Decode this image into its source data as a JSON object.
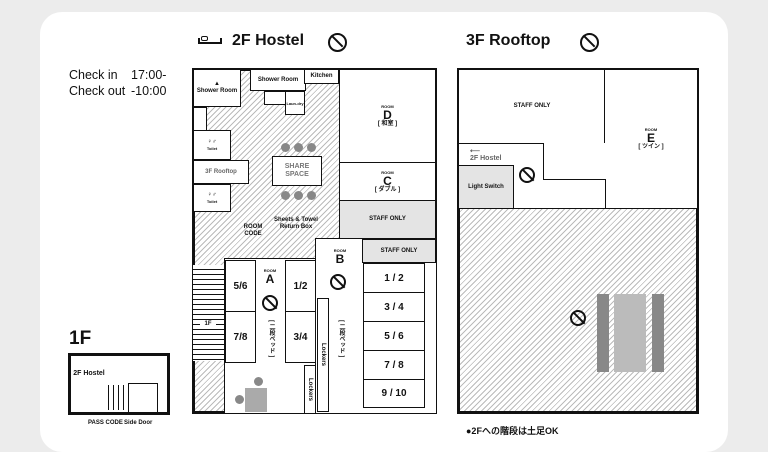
{
  "checkin": {
    "in_label": "Check in",
    "in_time": "17:00-",
    "out_label": "Check out",
    "out_time": "-10:00"
  },
  "floor2": {
    "title": "2F Hostel",
    "icons": [
      "bed-icon",
      "no-smoking-icon"
    ],
    "shower1": "Shower Room",
    "shower2": "Shower Room",
    "kitchen": "Kitchen",
    "laundry": "Laun-dry",
    "toilet1": "Toilet",
    "toilet2": "Toilet",
    "rooftop_stairs": "3F Rooftop",
    "share_space": "SHARE SPACE",
    "room_code": "ROOM CODE",
    "return_box": "Sheets & Towel Return Box",
    "room_word": "ROOM",
    "room_d": {
      "letter": "D",
      "type": "[ 和室 ]"
    },
    "room_c": {
      "letter": "C",
      "type": "[ ダブル ]"
    },
    "staff1": "STAFF ONLY",
    "staff2": "STAFF ONLY",
    "room_a": {
      "letter": "A",
      "type": "[ 二段ベッド ]",
      "bunks": [
        "5/6",
        "7/8",
        "1/2",
        "3/4"
      ]
    },
    "room_b": {
      "letter": "B",
      "type": "[ 二段ベッド ]",
      "bunks": [
        "1 / 2",
        "3 / 4",
        "5 / 6",
        "7 / 8",
        "9 / 10"
      ]
    },
    "lockers": "Lockers",
    "stairs_down": "1F"
  },
  "floor3": {
    "title": "3F Rooftop",
    "staff": "STAFF ONLY",
    "room_word": "ROOM",
    "room_e": {
      "letter": "E",
      "type": "[ ツイン ]"
    },
    "to_2f": "2F Hostel",
    "light_switch": "Light Switch"
  },
  "floor1": {
    "title": "1F",
    "to_2f": "2F Hostel",
    "pass_code": "PASS CODE",
    "side_door": "Side Door"
  },
  "note": "●2Fへの階段は土足OK"
}
